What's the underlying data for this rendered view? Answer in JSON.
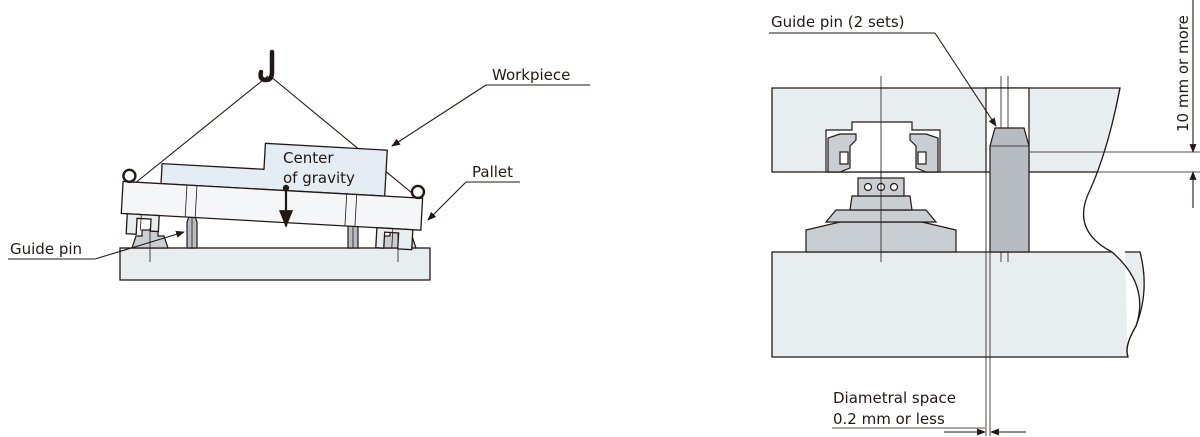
{
  "left_diagram": {
    "label_workpiece": "Workpiece",
    "label_pallet": "Pallet",
    "label_guide_pin": "Guide pin",
    "label_center_line1": "Center",
    "label_center_line2": "of gravity"
  },
  "right_diagram": {
    "label_guide_pin_sets": "Guide pin (2 sets)",
    "label_clearance": "10 mm or more",
    "label_space_line1": "Diametral space",
    "label_space_line2": "0.2 mm or less"
  },
  "colors": {
    "outline": "#231815",
    "workpiece_fill": "#e4edf4",
    "part_fill": "#e8edf0",
    "pin_fill": "#b6bcc2"
  }
}
